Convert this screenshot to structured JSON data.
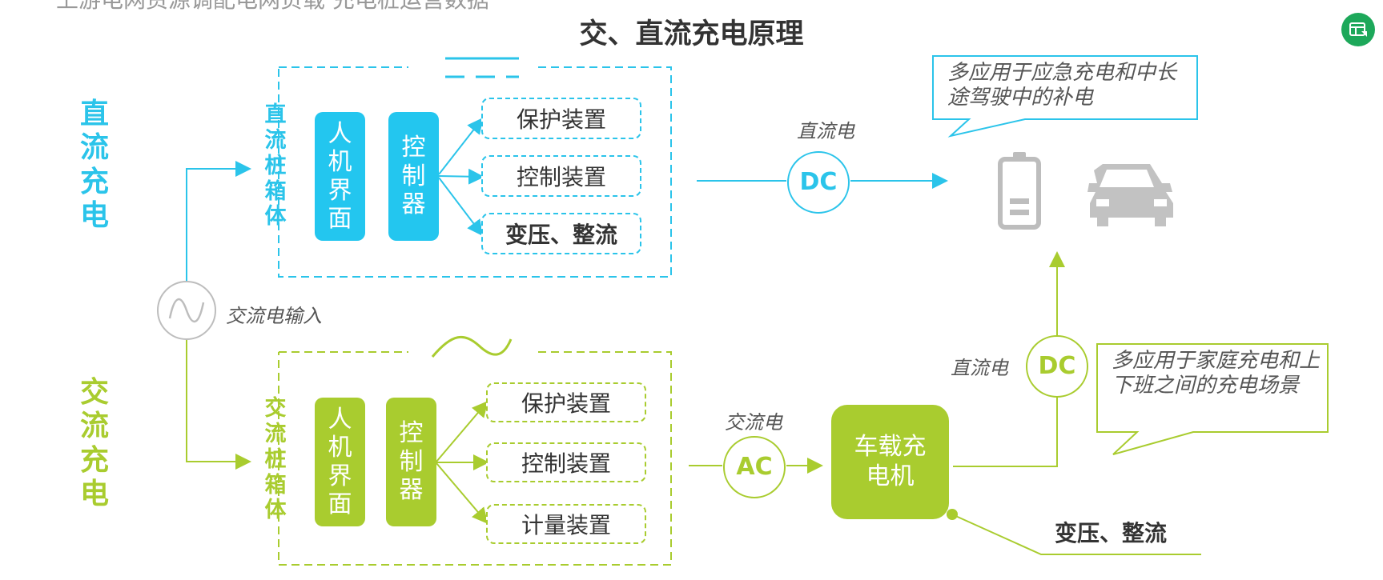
{
  "top_fragment": "上游电网资源调配电网负载 充电桩运营数据",
  "title": "交、直流充电原理",
  "dc_section": {
    "side_label": "直流充电",
    "box_label": "直流桩箱体",
    "hmi": "人机界面",
    "controller": "控制器",
    "items": [
      "保护装置",
      "控制装置",
      "变压、整流"
    ],
    "output_label": "直流电",
    "circle": "DC",
    "callout": "多应用于应急充电和中长途驾驶中的补电"
  },
  "ac_input_label": "交流电输入",
  "ac_section": {
    "side_label": "交流充电",
    "box_label": "交流桩箱体",
    "hmi": "人机界面",
    "controller": "控制器",
    "items": [
      "保护装置",
      "控制装置",
      "计量装置"
    ],
    "output_label": "交流电",
    "circle": "AC",
    "onboard_charger": "车载充电机",
    "dc_label": "直流电",
    "dc_circle": "DC",
    "callout": "多应用于家庭充电和上下班之间的充电场景",
    "note": "变压、整流"
  },
  "icons": [
    "battery-icon",
    "car-icon",
    "sine-wave-icon",
    "app-badge-icon"
  ],
  "colors": {
    "dc": "#2bc4ea",
    "ac": "#a9cc2f",
    "gray": "#bdbdbd",
    "badge": "#1da85a"
  }
}
